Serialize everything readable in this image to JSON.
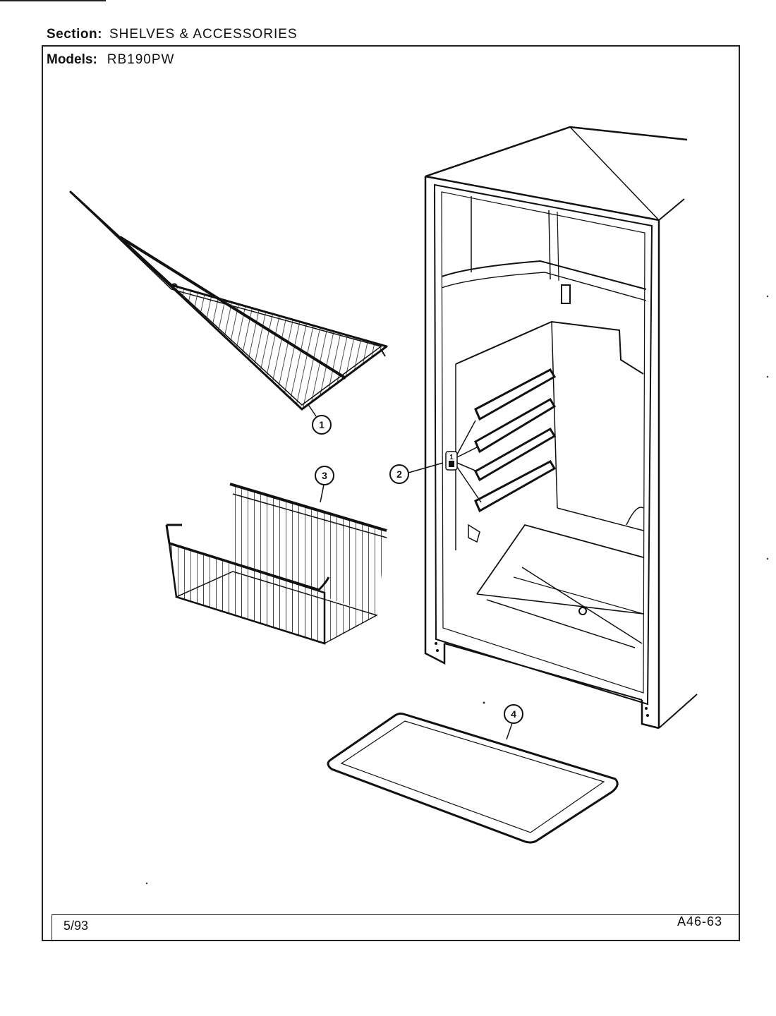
{
  "header": {
    "section_label": "Section:",
    "section_value": "SHELVES & ACCESSORIES",
    "models_label": "Models:",
    "models_value": "RB190PW"
  },
  "footer": {
    "date": "5/93",
    "page_code": "A46-63"
  },
  "callouts": {
    "shelf": "1",
    "shelf_support": "2",
    "support_sub": "1",
    "basket": "3",
    "crisper_cover": "4"
  }
}
